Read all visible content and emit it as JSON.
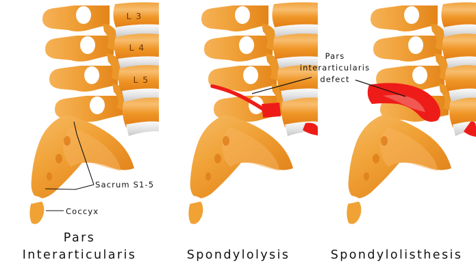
{
  "figure": {
    "background": "#ffffff",
    "bone_color": "#ef9a2e",
    "bone_color_dark": "#e07b18",
    "bone_color_light": "#f9c277",
    "disc_color": "#e8e8e8",
    "defect_color": "#ee1c18",
    "text_color": "#111111",
    "vertebra_label_color": "#6b3708"
  },
  "panels": [
    {
      "id": "pars-interarticularis",
      "caption": "Pars\nInterarticularis",
      "caption_lines": [
        "Pars",
        "Interarticularis"
      ],
      "has_defect": false,
      "vertebra_labels": [
        "L 3",
        "L 4",
        "L 5"
      ],
      "annotations": [
        "Sacrum S1-5",
        "Coccyx"
      ]
    },
    {
      "id": "spondylolysis",
      "caption": "Spondylolysis",
      "caption_lines": [
        "Spondylolysis"
      ],
      "has_defect": true,
      "defect_type": "fracture-line",
      "vertebra_labels": [],
      "annotations": [
        "Pars interarticularis defect"
      ]
    },
    {
      "id": "spondylolisthesis",
      "caption": "Spondylolisthesis",
      "caption_lines": [
        "Spondylolisthesis"
      ],
      "has_defect": true,
      "defect_type": "slipped-vertebra",
      "vertebra_labels": [],
      "annotations": [
        "Pars interarticularis defect"
      ]
    }
  ],
  "captions": {
    "panel_1_line_1": "Pars",
    "panel_1_line_2": "Interarticularis",
    "panel_2": "Spondylolysis",
    "panel_3": "Spondylolisthesis"
  },
  "labels": {
    "l3": "L 3",
    "l4": "L 4",
    "l5": "L 5",
    "sacrum": "Sacrum S1-5",
    "coccyx": "Coccyx",
    "pars_defect_line_1": "Pars",
    "pars_defect_line_2": "interarticularis",
    "pars_defect_line_3": "defect"
  }
}
